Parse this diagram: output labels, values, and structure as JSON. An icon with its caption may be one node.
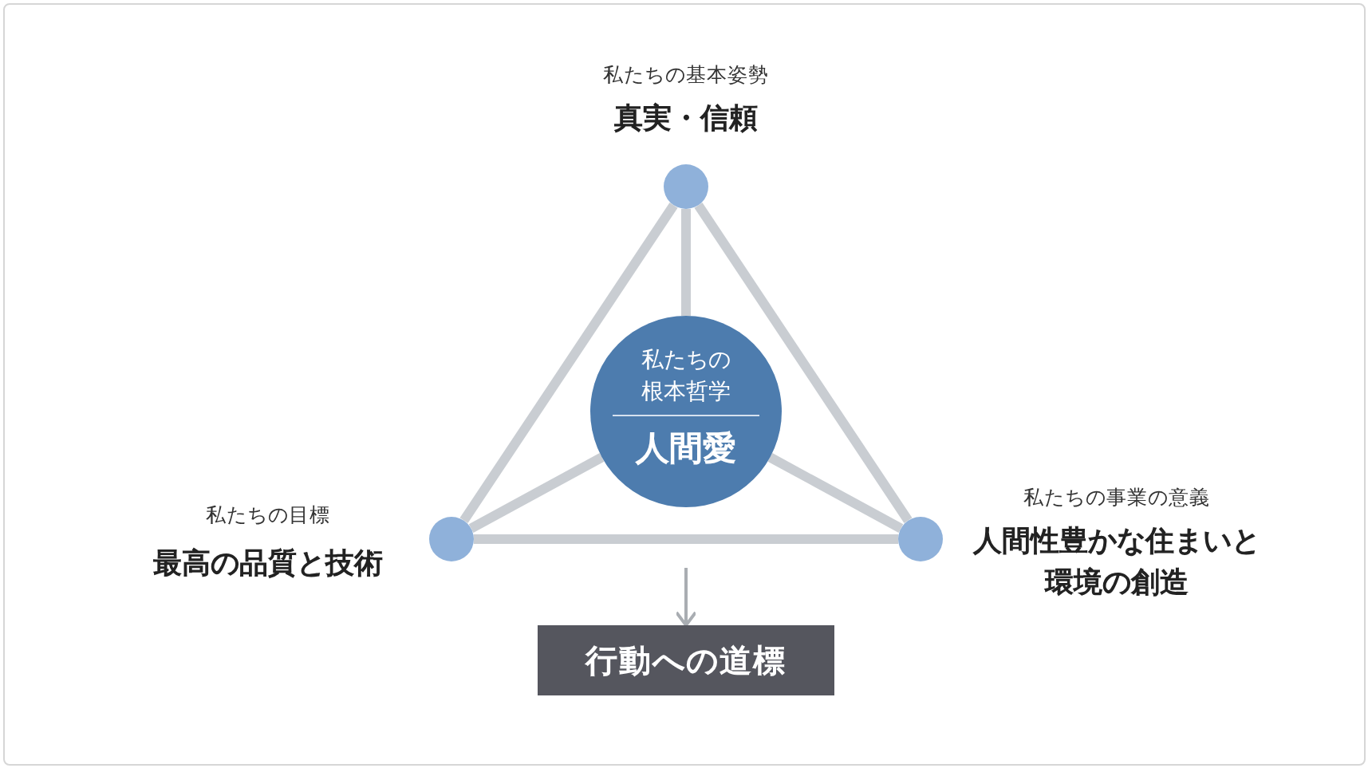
{
  "diagram": {
    "nodes": [
      {
        "text": [
          "私たちの基本姿勢",
          "真実・信頼"
        ]
      },
      {
        "text": [
          "私たちの根本哲学",
          "人間愛"
        ]
      },
      {
        "text": [
          "私たちの目標",
          "最高の品質と技術"
        ]
      },
      {
        "text": [
          "私たちの事業の意義",
          "人間性豊かな住まいと環境の創造"
        ]
      },
      {
        "text": [
          "行動への道標"
        ]
      }
    ],
    "edges": [
      {
        "from": 0,
        "to": 2,
        "arrow": "none"
      },
      {
        "from": 0,
        "to": 3,
        "arrow": "none"
      },
      {
        "from": 2,
        "to": 3,
        "arrow": "none"
      },
      {
        "from": 1,
        "to": 0,
        "arrow": "none"
      },
      {
        "from": 1,
        "to": 2,
        "arrow": "none"
      },
      {
        "from": 1,
        "to": 3,
        "arrow": "none"
      },
      {
        "from": null,
        "to": 4,
        "arrow": "to"
      }
    ]
  }
}
